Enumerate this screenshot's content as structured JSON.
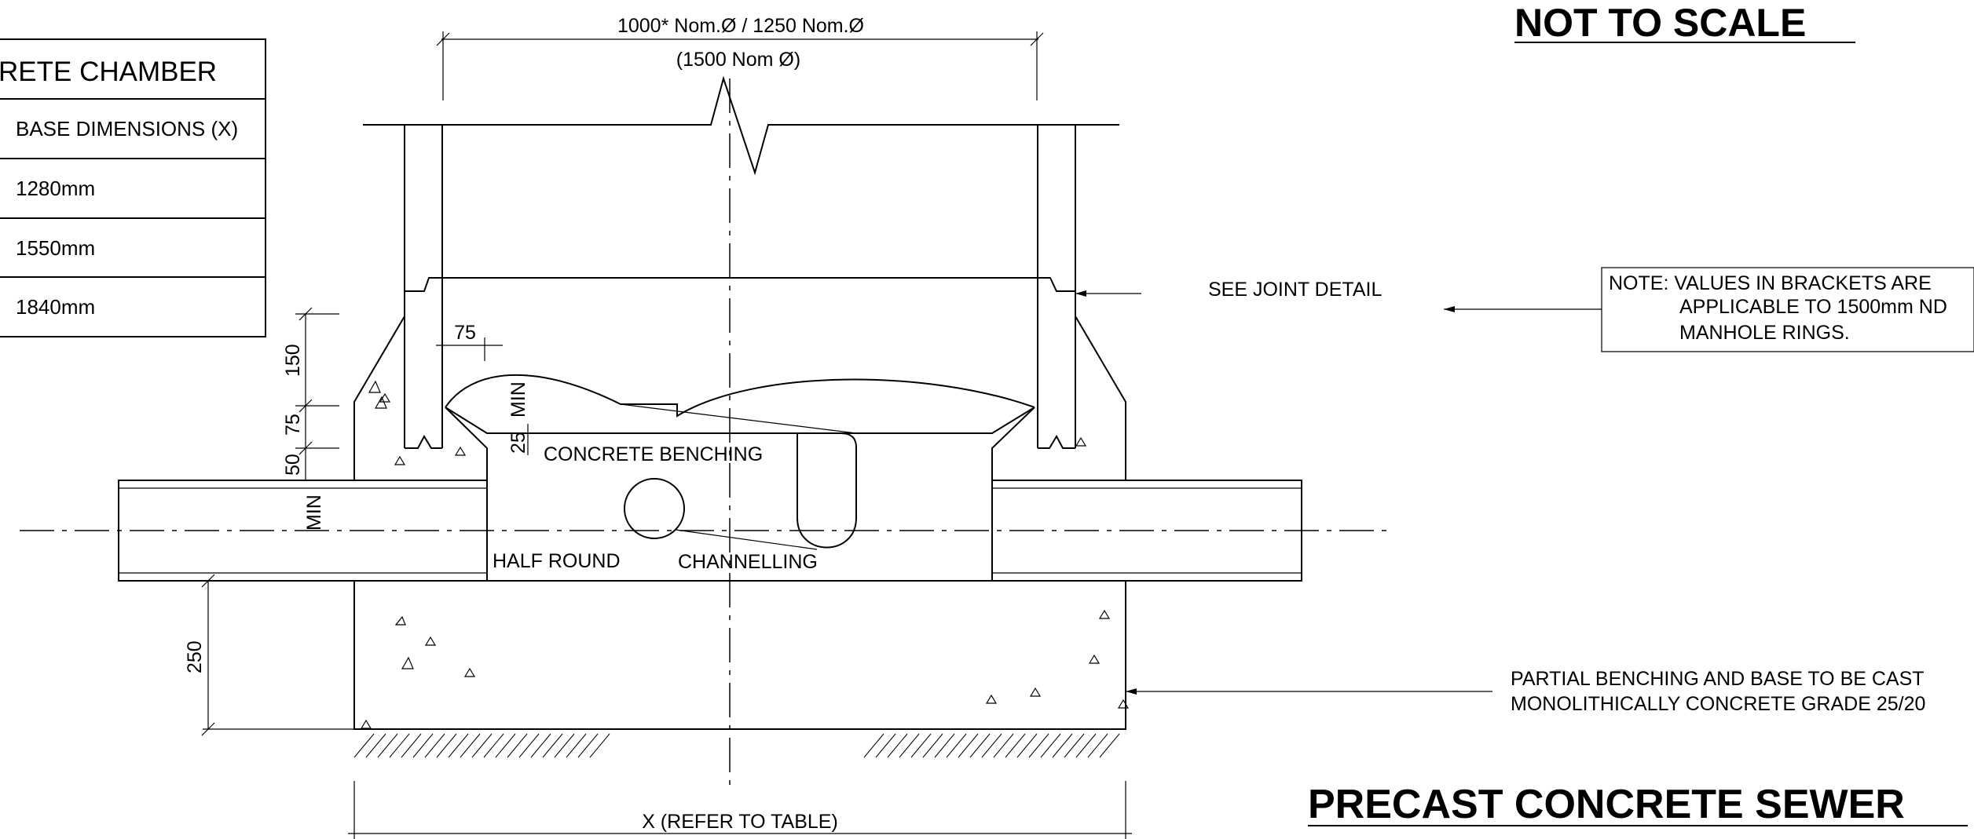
{
  "titles": {
    "not_to_scale": "NOT TO SCALE",
    "main_title": "PRECAST CONCRETE SEWER"
  },
  "table": {
    "header": "RETE CHAMBER",
    "column_header": "BASE DIMENSIONS (X)",
    "rows": [
      "1280mm",
      "1550mm",
      "1840mm"
    ]
  },
  "dimensions": {
    "top_diameter": "1000* Nom.Ø / 1250 Nom.Ø",
    "top_diameter_alt": "(1500 Nom Ø)",
    "d75_horizontal": "75",
    "d150": "150",
    "d75_vertical": "75",
    "d50": "50",
    "min_left": "MIN",
    "min_center": "MIN",
    "d25": "25",
    "d250": "250",
    "base_width": "X (REFER TO TABLE)"
  },
  "labels": {
    "concrete_benching": "CONCRETE BENCHING",
    "half_round": "HALF ROUND",
    "channelling": "CHANNELLING",
    "see_joint_detail": "SEE JOINT DETAIL",
    "note_line1": "NOTE: VALUES IN BRACKETS ARE",
    "note_line2": "APPLICABLE TO 1500mm ND",
    "note_line3": "MANHOLE RINGS.",
    "partial_line1": "PARTIAL BENCHING AND BASE TO BE CAST",
    "partial_line2": "MONOLITHICALLY CONCRETE GRADE 25/20"
  }
}
